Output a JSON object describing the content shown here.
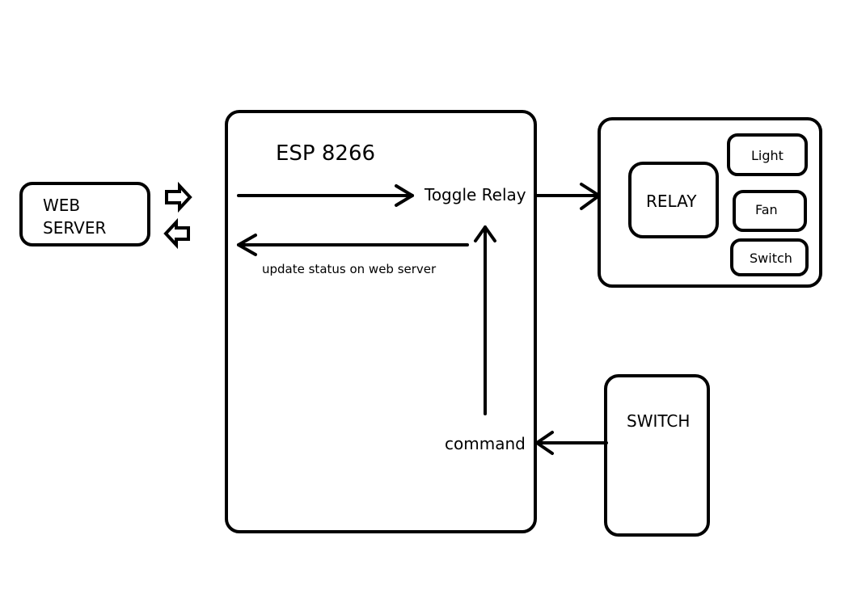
{
  "web_server": {
    "line1": "WEB",
    "line2": "SERVER"
  },
  "esp": {
    "title": "ESP 8266",
    "toggle_relay": "Toggle Relay",
    "update_status": "update status on web server",
    "command": "command"
  },
  "relay": {
    "label": "RELAY",
    "outputs": [
      "Light",
      "Fan",
      "Switch"
    ]
  },
  "switch": {
    "label": "SWITCH"
  },
  "colors": {
    "stroke": "#000000",
    "background": "#ffffff"
  }
}
